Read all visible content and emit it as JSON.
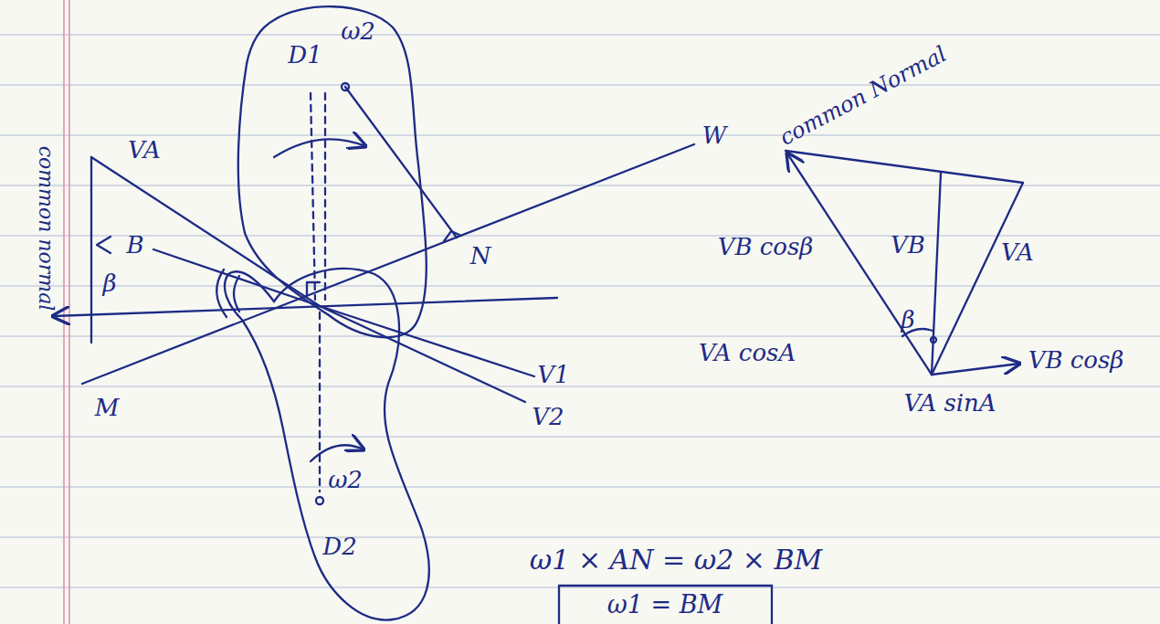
{
  "diagram": {
    "nodes": [
      {
        "text": [
          "D1",
          "ω2"
        ]
      },
      {
        "text": [
          "ω2",
          "D2"
        ]
      }
    ],
    "labels": [
      "common normal",
      "VA",
      "B",
      "β",
      "M",
      "W",
      "N",
      "V1",
      "V2",
      "common Normal",
      "VB cosβ",
      "VA",
      "VB",
      "β",
      "VA cosA",
      "VB cosβ",
      "VA sinA",
      "ω1 × AN = ω2 × BM",
      "ω1 = BM"
    ]
  }
}
